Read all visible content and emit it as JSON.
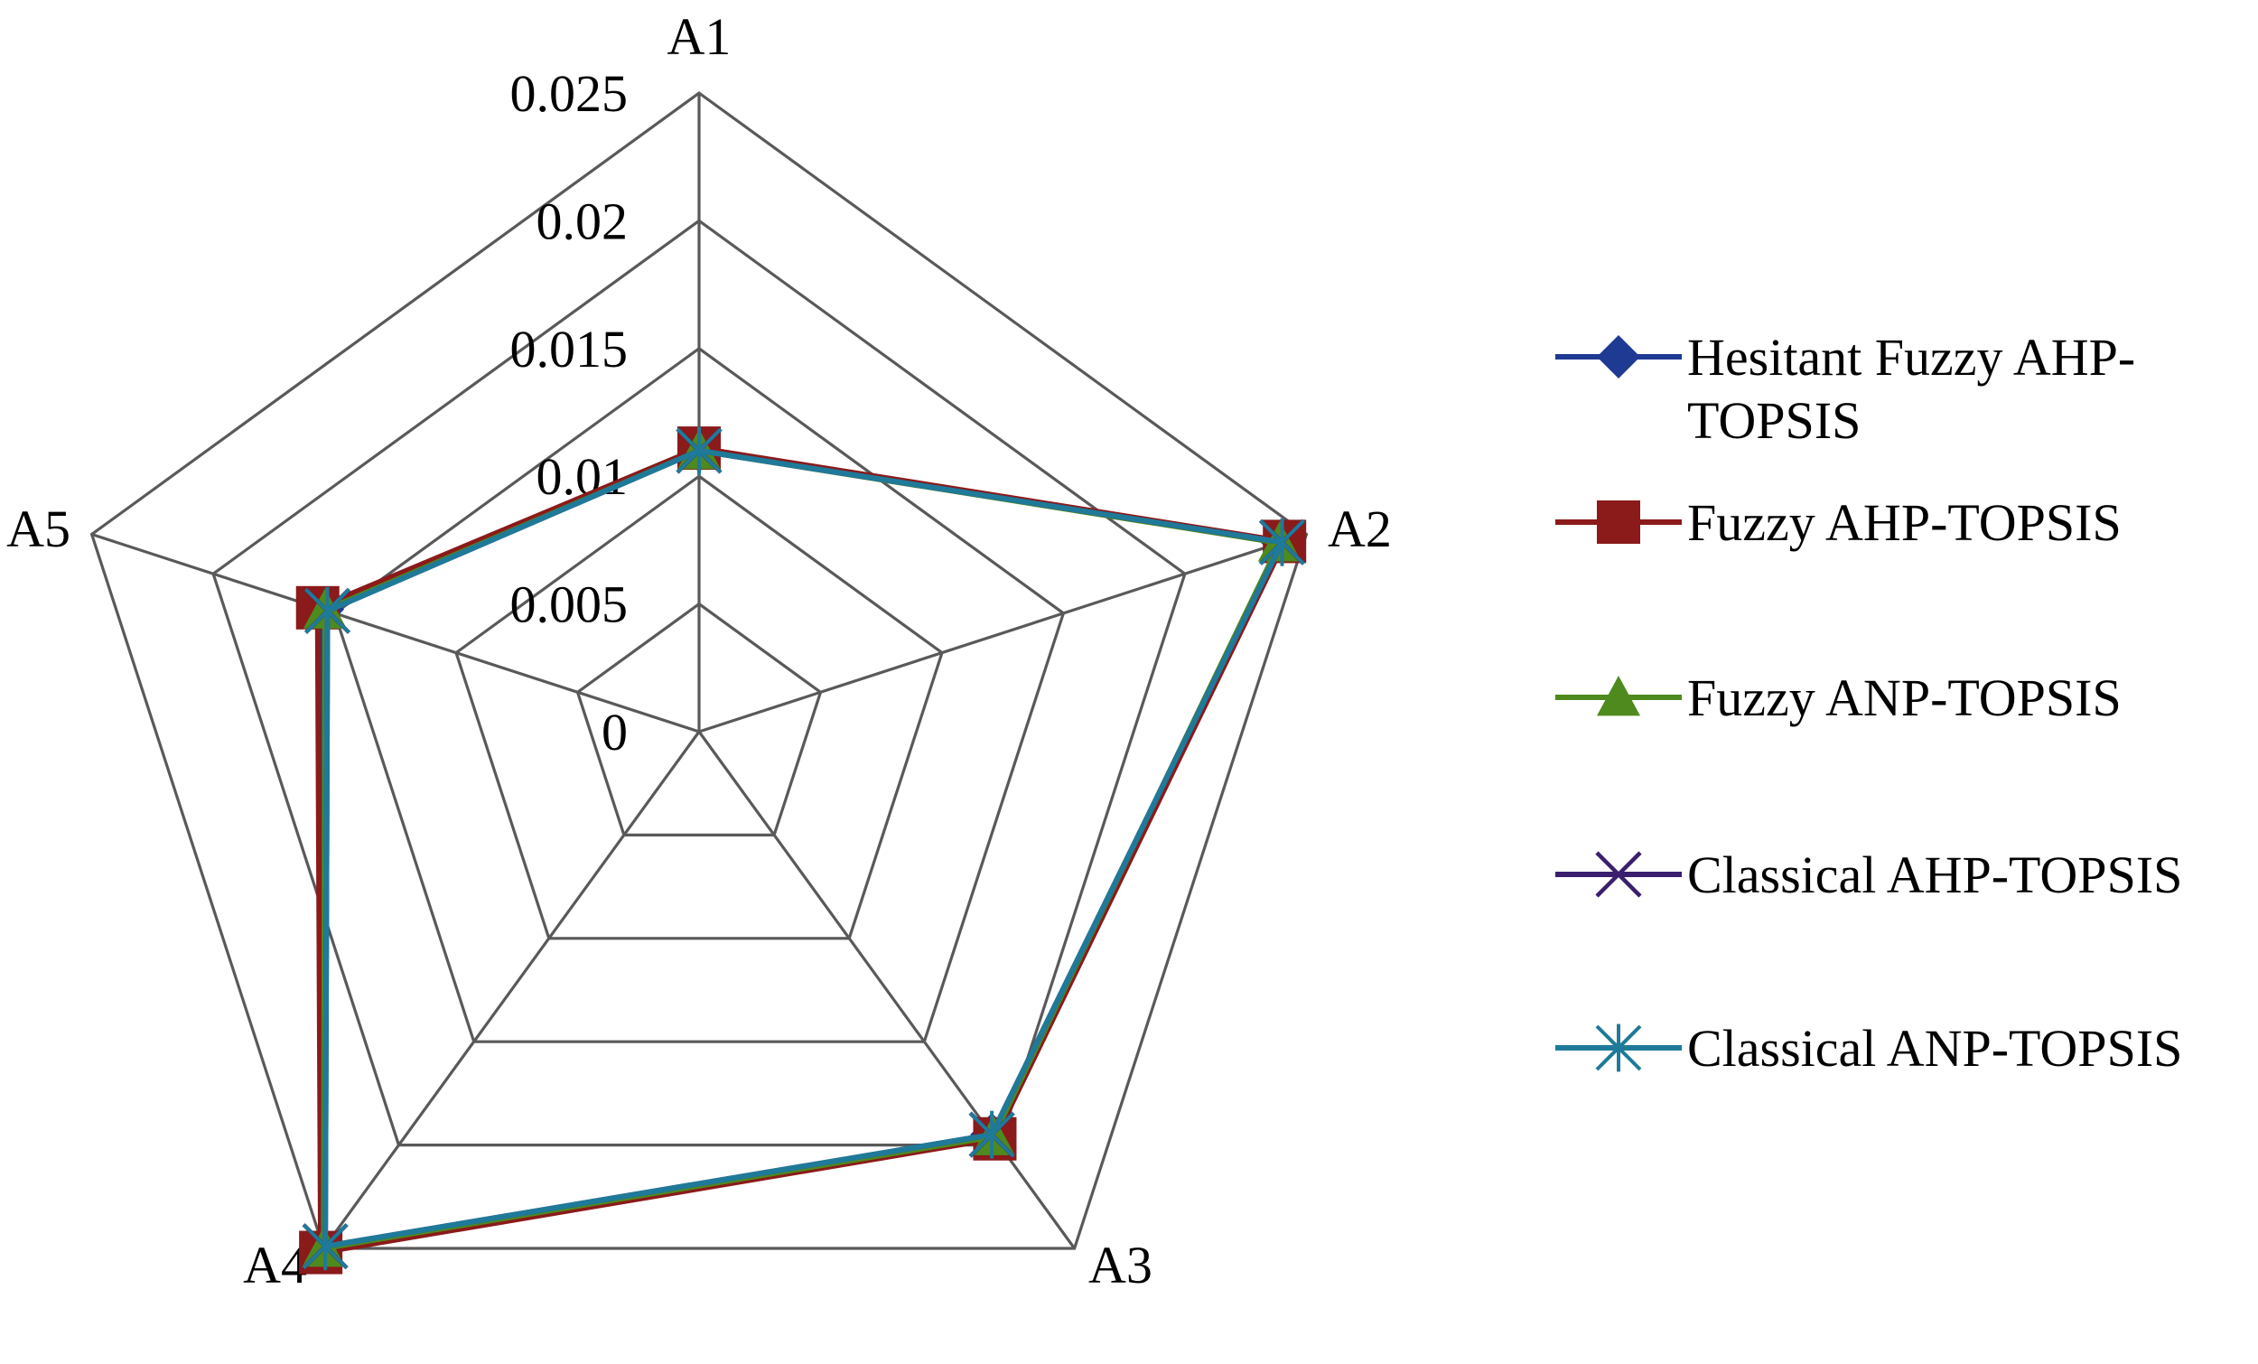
{
  "chart_data": {
    "type": "radar",
    "categories": [
      "A1",
      "A2",
      "A3",
      "A4",
      "A5"
    ],
    "rlim": [
      0,
      0.025
    ],
    "ticks": [
      0,
      0.005,
      0.01,
      0.015,
      0.02,
      0.025
    ],
    "tick_labels": [
      "0",
      "0.005",
      "0.01",
      "0.015",
      "0.02",
      "0.025"
    ],
    "grid": true,
    "legend_position": "right",
    "series": [
      {
        "name": "Hesitant Fuzzy AHP-TOPSIS",
        "values": [
          0.011,
          0.024,
          0.0195,
          0.025,
          0.0155
        ],
        "color": "#1F3A93",
        "marker": "diamond"
      },
      {
        "name": "Fuzzy AHP-TOPSIS",
        "values": [
          0.0111,
          0.0241,
          0.0197,
          0.0252,
          0.0157
        ],
        "color": "#8B1A1A",
        "marker": "square"
      },
      {
        "name": "Fuzzy ANP-TOPSIS",
        "values": [
          0.011,
          0.0239,
          0.0196,
          0.025,
          0.0154
        ],
        "color": "#4E8A1E",
        "marker": "triangle"
      },
      {
        "name": "Classical AHP-TOPSIS",
        "values": [
          0.011,
          0.024,
          0.0195,
          0.0249,
          0.0153
        ],
        "color": "#3B1F6E",
        "marker": "x"
      },
      {
        "name": "Classical ANP-TOPSIS",
        "values": [
          0.011,
          0.024,
          0.0195,
          0.0249,
          0.0153
        ],
        "color": "#1F7A99",
        "marker": "star"
      }
    ]
  }
}
